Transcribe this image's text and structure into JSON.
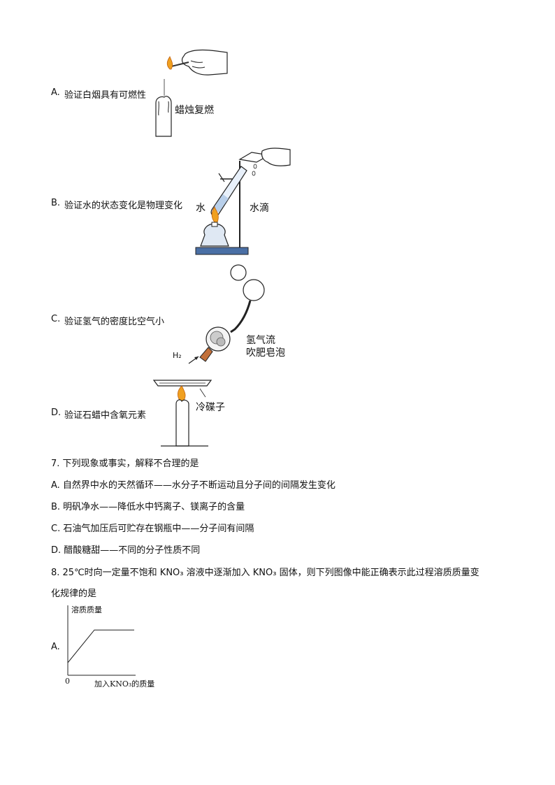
{
  "q6_options": {
    "a": {
      "letter": "A.",
      "text": "验证白烟具有可燃性",
      "label": "蜡烛复燃"
    },
    "b": {
      "letter": "B.",
      "text": "验证水的状态变化是物理变化",
      "label_water": "水",
      "label_drop": "水滴"
    },
    "c": {
      "letter": "C.",
      "text": "验证氢气的密度比空气小",
      "label_line1": "氢气流",
      "label_line2": "吹肥皂泡",
      "gas": "H₂"
    },
    "d": {
      "letter": "D.",
      "text": "验证石蜡中含氧元素",
      "label": "冷碟子"
    }
  },
  "q7": {
    "stem": "7.  下列现象或事实，解释不合理的是",
    "a": "A.  自然界中水的天然循环——水分子不断运动且分子间的间隔发生变化",
    "b": "B.  明矾净水——降低水中钙离子、镁离子的含量",
    "c": "C.  石油气加压后可贮存在钢瓶中——分子间有间隔",
    "d": "D.  醋酸糖甜——不同的分子性质不同"
  },
  "q8": {
    "stem_line1": "8. 25℃时向一定量不饱和 KNO₃ 溶液中逐渐加入 KNO₃ 固体，则下列图像中能正确表示此过程溶质质量变",
    "stem_line2": "化规律的是",
    "option_a": "A.",
    "chart_data": {
      "type": "line",
      "ylabel": "溶质质量",
      "xlabel": "加入KNO₃的质量",
      "origin_label": "0",
      "x": [
        0,
        1,
        2.5
      ],
      "y": [
        0.25,
        0.9,
        0.9
      ]
    }
  }
}
